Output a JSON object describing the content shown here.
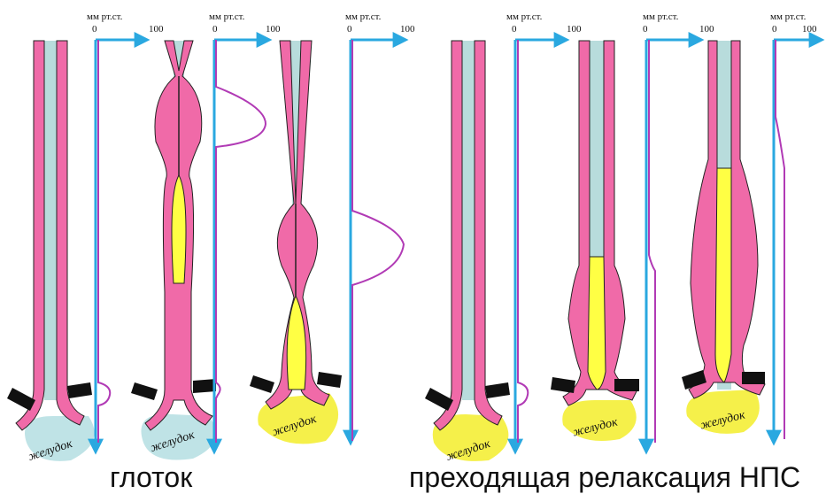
{
  "colors": {
    "wall": "#f06aa8",
    "lumen": "#b8dcdc",
    "bolus": "#ffff44",
    "stomach_air": "#bfe3e6",
    "stomach_bolus": "#f5f04a",
    "axis": "#2aa8e0",
    "trace": "#b13ab5",
    "diaphragm": "#111111"
  },
  "axis": {
    "unit": "мм рт.ст.",
    "zero": "0",
    "max": "100"
  },
  "panels": [
    {
      "stomach": "желудок"
    },
    {
      "stomach": "желудок"
    },
    {
      "stomach": "желудок"
    },
    {
      "stomach": "желудок"
    },
    {
      "stomach": "желудок"
    },
    {
      "stomach": "желудок"
    }
  ],
  "captions": {
    "left": "глоток",
    "right": "преходящая релаксация НПС"
  }
}
